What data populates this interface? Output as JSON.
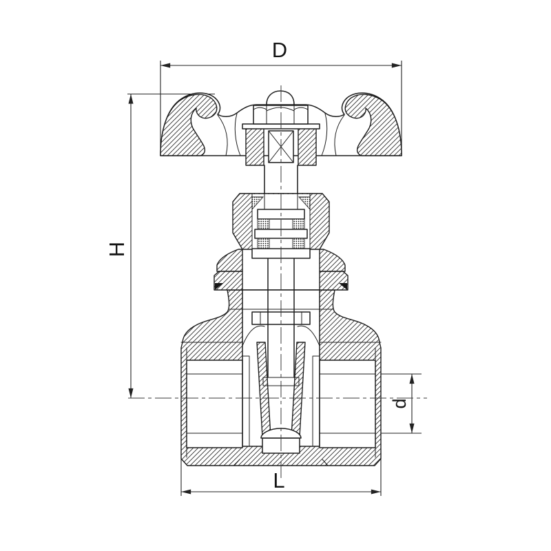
{
  "drawing": {
    "dimension_labels": {
      "diameter_top": "D",
      "height_left": "H",
      "length_bottom": "L",
      "bore_right": "d"
    },
    "colors": {
      "line": "#1c1c1c",
      "background": "#ffffff"
    }
  }
}
